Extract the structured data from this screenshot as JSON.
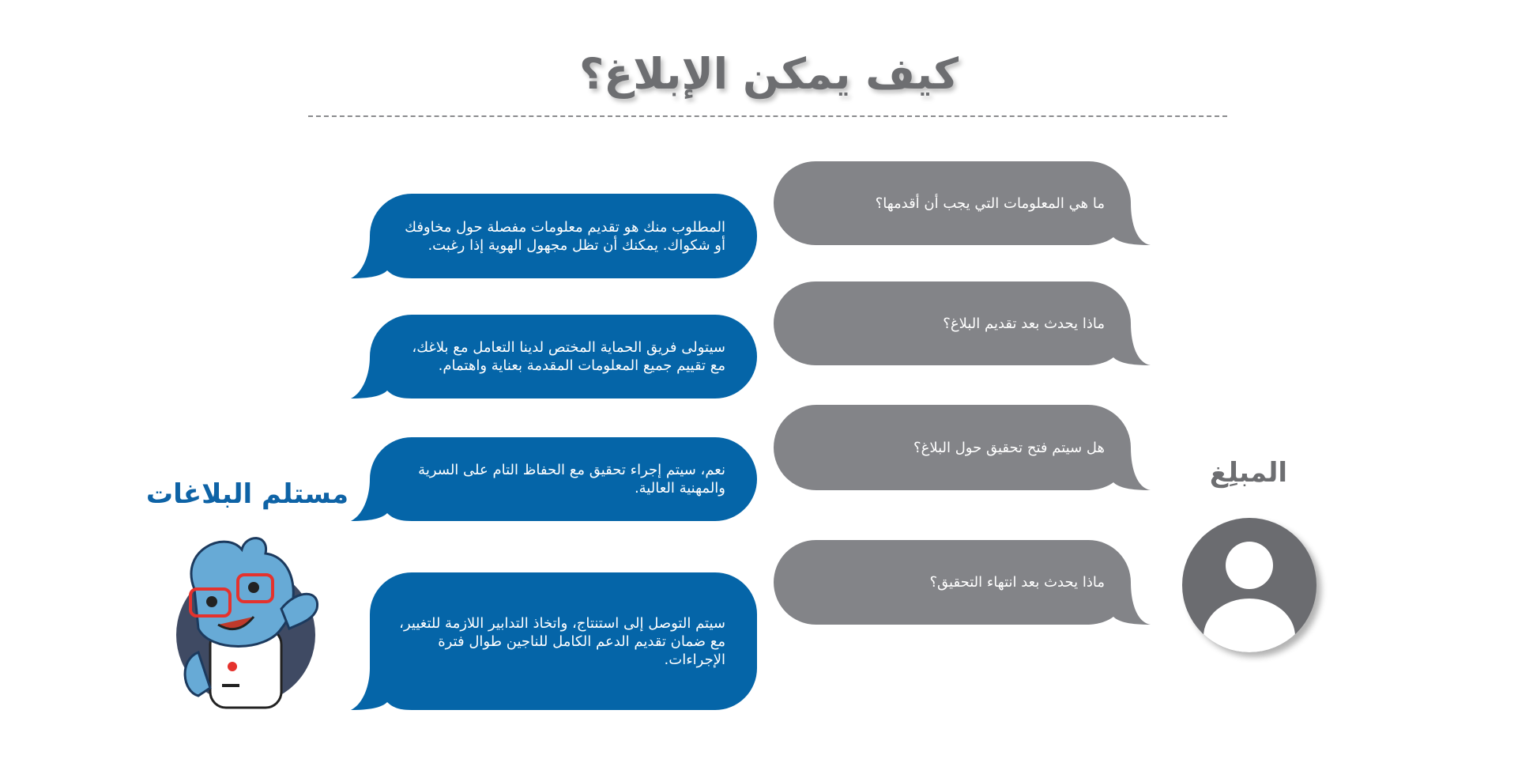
{
  "title": "كيف يمكن الإبلاغ؟",
  "reporter": {
    "label": "المبلِغ",
    "avatar_icon": "user-avatar-icon",
    "color": "#838488",
    "questions": [
      "ما هي المعلومات التي يجب أن أقدمها؟",
      "ماذا يحدث بعد تقديم البلاغ؟",
      "هل سيتم فتح تحقيق حول البلاغ؟",
      "ماذا يحدث بعد انتهاء التحقيق؟"
    ]
  },
  "receiver": {
    "label": "مستلم البلاغات",
    "mascot_icon": "mascot-character-icon",
    "color": "#0565a8",
    "answers": [
      "المطلوب منك هو تقديم معلومات مفصلة حول مخاوفك أو شكواك. يمكنك أن تظل مجهول الهوية إذا رغبت.",
      "سيتولى فريق الحماية المختص لدينا التعامل مع بلاغك، مع تقييم جميع المعلومات المقدمة بعناية واهتمام.",
      "نعم، سيتم إجراء تحقيق مع الحفاظ التام على السرية والمهنية العالية.",
      "سيتم التوصل إلى استنتاج، واتخاذ التدابير اللازمة للتغيير، مع ضمان تقديم الدعم الكامل للناجين طوال فترة الإجراءات."
    ]
  }
}
